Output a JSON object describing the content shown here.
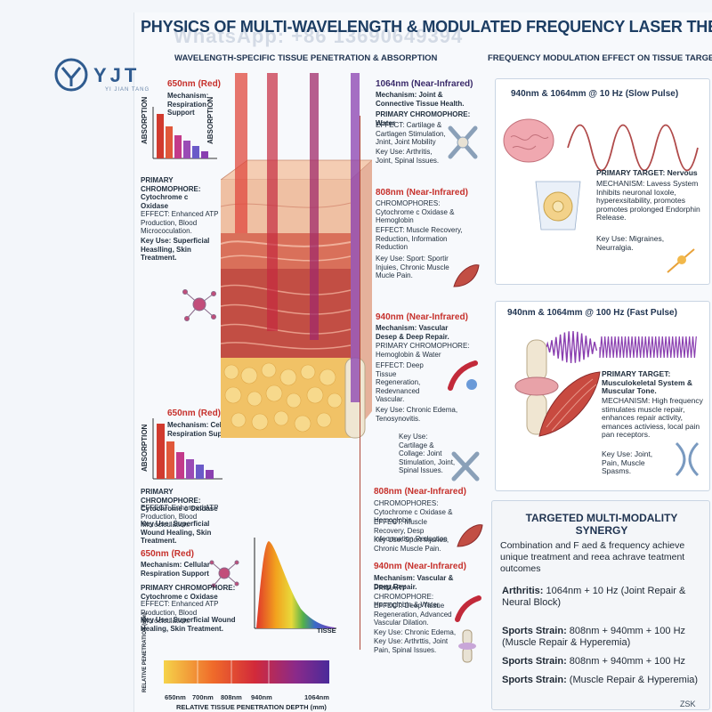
{
  "header": {
    "title": "PHYSICS OF MULTI-WAVELENGTH & MODULATED FREQUENCY LASER THERAPY",
    "watermark": "WhatsApp: +86 13690649394",
    "brand": "YJT",
    "brand_sub": "YI JIAN TANG"
  },
  "left_section": {
    "heading": "WAVELENGTH-SPECIFIC TISSUE PENETRATION & ABSORPTION",
    "block_650_top": {
      "title": "650nm (Red)",
      "mechanism": "Mechanism: Respiration Support",
      "ylabel": "ABSORPTION",
      "ylabel_right": "ABSORPTION"
    },
    "primary_top": {
      "line1": "PRIMARY CHROMOPHORE: Cytochrome c Oxidase",
      "line2": "EFFECT: Enhanced ATP Production, Blood Micrococulation.",
      "line3": "Key Use: Superficial Heaslling, Skin Treatment."
    },
    "block_650_mid": {
      "title": "650nm (Red)",
      "mechanism": "Mechanism: Cellular Respiration Support",
      "ylabel": "ABSORPTION"
    },
    "primary_mid": {
      "line1": "PRIMARY CHROMOPHORE: Cytochrome c Oxidase",
      "line2": "EFFECT: Enhanced ATP Production, Blood Microciculation.",
      "line3": "Key Use: Superficial Wound Healing, Skin Treatment."
    },
    "block_650_low": {
      "title": "650nm (Red)",
      "mechanism": "Mechanism: Cellular Respiration Support"
    },
    "primary_low": {
      "line1": "PRIMARY CHROMOPHORE: Cytochrome c Oxidase",
      "line2": "EFFECT: Enhanced ATP Production, Blood Microciculation.",
      "line3": "Key Use: Superficial Wound Healing, Skin Treatment."
    },
    "spectrum_label": "TISSE",
    "penetration_ylabel": "RELATIVE PENETRATION (mm)",
    "penetration_xlabel": "RELATIVE TISSUE PENETRATION DEPTH (mm)",
    "scale": [
      "650nm",
      "700nm",
      "808nm",
      "940nm",
      "1064nm"
    ]
  },
  "center_labels": {
    "nm1064": {
      "title": "1064nm (Near-Infrared)",
      "l1": "Mechanism: Joint & Connective Tissue Health.",
      "l2": "PRIMARY CHROMOPHORE: Water",
      "l3": "EFFECT: Cartilage & Cartlagen Stimulation, Jnint, Joint Mobility",
      "l4": "Key Use: Arthritis, Joint, Spinal Issues."
    },
    "nm808a": {
      "title": "808nm (Near-Infrared)",
      "l1": "CHROMOPHORES: Cytochrome c Oxidase & Hemoglobin",
      "l2": "EFFECT: Muscle Recovery, Reduction, Information Reduction",
      "l3": "Key Use: Sport: Sportir Injuies, Chronic Muscle Mucle Pain."
    },
    "nm940a": {
      "title": "940nm (Near-Infrared)",
      "l1": "Mechanism: Vascular Desep & Deep Repair.",
      "l2": "PRIMARY CHROMOPHORE: Hemoglobin & Water",
      "l3": "EFFECT: Deep Tissue Regeneration, Redevnanced Vascular.",
      "l4": "Key Use: Chronic Edema, Tenosynovitis."
    },
    "nm_cart": {
      "l1": "Key Use: Cartilage & Collage: Joint Stimulation, Joint, Spinal Issues."
    },
    "nm808b": {
      "title": "808nm (Near-Infrared)",
      "l1": "CHROMOPHORES: Cytochrome c Oxidase & Hemoglobin",
      "l2": "EFFECT: Muscle Recovery, Desp Infeormation Reduction",
      "l3": "Key Use: Sport Injuries, Chronic Muscle Pain."
    },
    "nm940b": {
      "title": "940nm (Near-Infrared)",
      "l1": "Mechanism: Vascular & Deep Repair.",
      "l2": "PRIMARY CHROMOPHORE: Hemoglobin & Water",
      "l3": "EFFECT: Deep Tissue Regeneration, Advanced Vascular Dilation.",
      "l4": "Key Use: Chronic Edema,",
      "l5": "Key Use: Arthrttis, Joint Pain, Spinal Issues."
    }
  },
  "right_section": {
    "heading": "FREQUENCY MODULATION EFFECT ON TISSUE TARGETS",
    "slow": {
      "title": "940nm & 1064mm @ 10 Hz (Slow Pulse)",
      "l1": "PRIMARY TARGET: Nervous",
      "l2": "MECHANISM: Lavess System Inhibits neuronal Ioxole, hyperexsitability, promotes promotes prolonged Endorphin Release.",
      "l3": "Key Use: Migraines, Neurralgia."
    },
    "fast": {
      "title": "940nm & 1064mm @ 100 Hz (Fast Pulse)",
      "l1": "PRIMARY TARGET: Musculokeletal System & Muscular Tone.",
      "l2": "MECHANISM: High frequency stimulates muscle repair, enhances repair activity, emances activiess, local pain pan receptors.",
      "l3": "Key Use: Joint, Pain, Muscle Spasms."
    },
    "synergy": {
      "title": "TARGETED MULTI-MODALITY SYNERGY",
      "intro": "Combination and F aed & frequency achieve unique treatment and reea achrave teatment outcomes",
      "r1a": "Arthritis:",
      "r1b": " 1064nm + 10 Hz (Joint Repair & Neural Block)",
      "r2a": "Sports Strain:",
      "r2b": " 808nm + 940mm + 100 Hz (Muscle Repair & Hyperemia)",
      "r3a": "Sports Strain:",
      "r3b": " 808nm + 940mm + 100 Hz",
      "r4a": "Sports Strain:",
      "r4b": " (Muscle Repair & Hyperemia)"
    },
    "corner": "ZSK"
  },
  "colors": {
    "red": "#c6302b",
    "navy": "#1f3350",
    "skin": "#f2c9b0",
    "muscle": "#c85a4a",
    "fat": "#f2c46a",
    "beam_violet": "#8a3fb0"
  }
}
